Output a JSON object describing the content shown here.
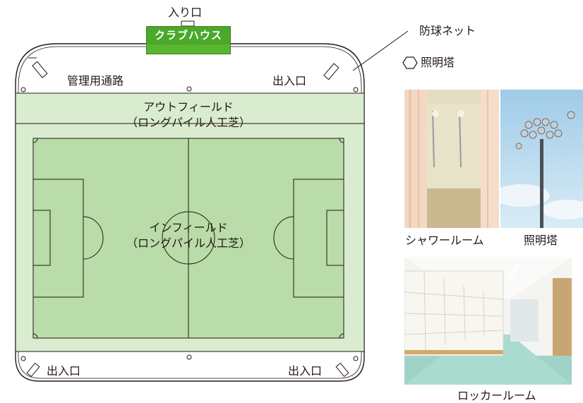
{
  "entrance_top": "入り口",
  "clubhouse": "クラブハウス",
  "net_label": "防球ネット",
  "light_legend": "照明塔",
  "passage": "管理用通路",
  "exit_label": "出入口",
  "outfield": {
    "line1": "アウトフィールド",
    "line2": "（ロングパイル人工芝）"
  },
  "infield": {
    "line1": "インフィールド",
    "line2": "（ロングパイル人工芝）"
  },
  "photos": {
    "shower": "シャワールーム",
    "light_tower": "照明塔",
    "locker": "ロッカールーム"
  },
  "colors": {
    "outfield_green": "#d9ecd0",
    "infield_green": "#b9dca8",
    "clubhouse_green": "#5cb531",
    "lines": "#231815"
  }
}
